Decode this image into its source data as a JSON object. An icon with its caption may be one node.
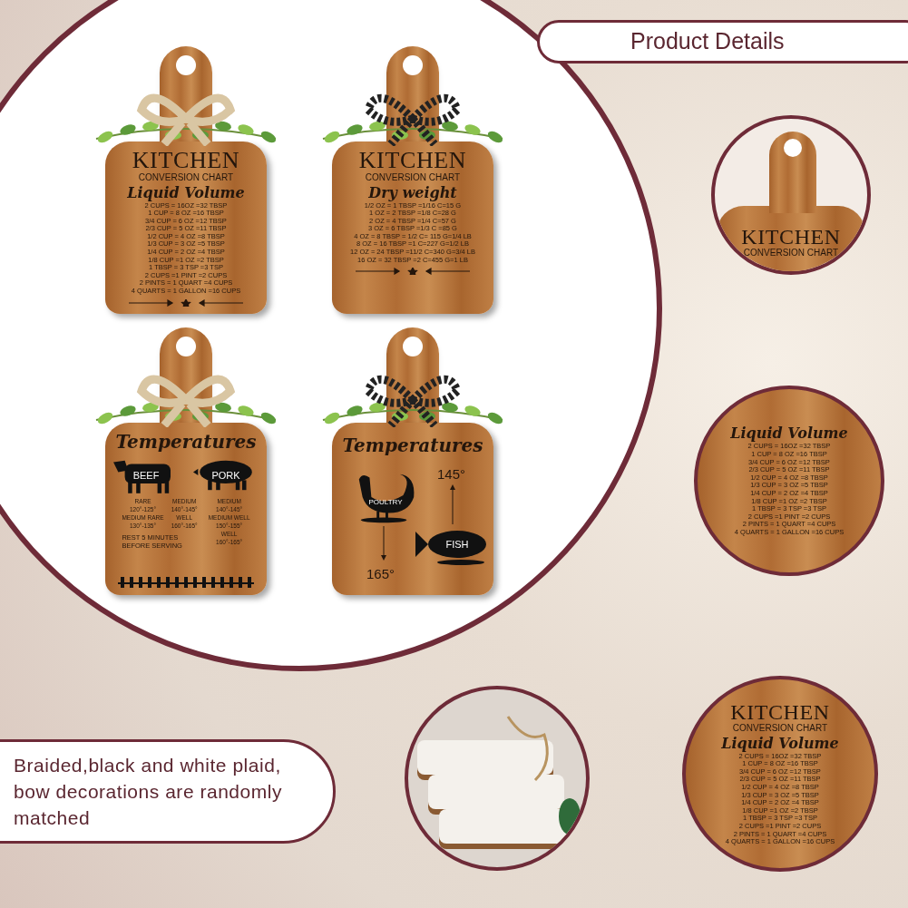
{
  "diagram": {
    "nodes": [
      {
        "text": [],
        "shape": "circle"
      },
      {
        "text": [
          "KITCHEN",
          "CONVERSION CHART",
          "Liquid Volume",
          "2 CUPS = 16OZ =32 TBSP",
          "1 CUP = 8 OZ =16 TBSP",
          "3/4 CUP = 6 OZ =12 TBSP",
          "2/3 CUP = 5 OZ =11 TBSP",
          "1/2 CUP = 4 OZ =8 TBSP",
          "1/3 CUP = 3 OZ =5 TBSP",
          "1/4 CUP = 2 OZ =4 TBSP",
          "1/8 CUP =1 OZ =2 TBSP",
          "1 TBSP = 3 TSP =3 TSP",
          "2 CUPS =1 PINT =2 CUPS",
          "2 PINTS = 1 QUART =4 CUPS",
          "4 QUARTS = 1 GALLON =16 CUPS"
        ],
        "in": 0
      },
      {
        "text": [
          "KITCHEN",
          "CONVERSION CHART",
          "Dry weight",
          "1/2 OZ = 1 TBSP =1/16 C=15 G",
          "1 OZ = 2 TBSP =1/8 C=28 G",
          "2 OZ = 4 TBSP =1/4 C=57 G",
          "3 OZ = 6 TBSP =1/3 C =85 G",
          "4 OZ = 8 TBSP = 1/2 C= 115 G=1/4 LB",
          "8 OZ = 16 TBSP =1 C=227 G=1/2 LB",
          "12 OZ = 24 TBSP =11/2 C=340 G=3/4 LB",
          "16 OZ = 32 TBSP =2 C=455 G=1 LB"
        ],
        "in": 0
      },
      {
        "text": [
          "Temperatures",
          "BEEF",
          "PORK",
          "RARE",
          "120°-125°",
          "MEDIUM RARE",
          "130°-135°",
          "MEDIUM",
          "140°-145°",
          "WELL",
          "160°-165°",
          "MEDIUM",
          "140°-145°",
          "MEDIUM WELL",
          "150°-155°",
          "WELL",
          "160°-165°",
          "REST 5 MINUTES BEFORE SERVING"
        ],
        "in": 0
      },
      {
        "text": [
          "Temperatures",
          "POULTRY",
          "145°",
          "FISH",
          "165°"
        ],
        "in": 0
      },
      {
        "text": [
          "Product Details"
        ]
      },
      {
        "text": [
          "KITCHEN",
          "CONVERSION CHART"
        ]
      },
      {
        "text": [
          "Liquid Volume",
          "2 CUPS = 16OZ =32 TBSP",
          "1 CUP = 8 OZ =16 TBSP",
          "3/4 CUP = 6 OZ =12 TBSP",
          "2/3 CUP = 5 OZ =11 TBSP",
          "1/2 CUP = 4 OZ =8 TBSP",
          "1/3 CUP = 3 OZ =5 TBSP",
          "1/4 CUP = 2 OZ =4 TBSP",
          "1/8 CUP =1 OZ =2 TBSP",
          "1 TBSP = 3 TSP =3 TSP",
          "2 CUPS =1 PINT =2 CUPS",
          "2 PINTS = 1 QUART =4 CUPS",
          "4 QUARTS = 1 GALLON =16 CUPS"
        ]
      },
      {
        "text": [],
        "shape": "picture"
      },
      {
        "text": [
          "KITCHEN",
          "CONVERSION CHART",
          "Liquid Volume",
          "2 CUPS = 16OZ =32 TBSP",
          "1 CUP = 8 OZ =16 TBSP",
          "3/4 CUP = 6 OZ =12 TBSP",
          "2/3 CUP = 5 OZ =11 TBSP",
          "1/2 CUP = 4 OZ =8 TBSP",
          "1/3 CUP = 3 OZ =5 TBSP",
          "1/4 CUP = 2 OZ =4 TBSP",
          "1/8 CUP =1 OZ =2 TBSP",
          "1 TBSP = 3 TSP =3 TSP",
          "2 CUPS =1 PINT =2 CUPS",
          "2 PINTS = 1 QUART =4 CUPS",
          "4 QUARTS = 1 GALLON =16 CUPS"
        ]
      },
      {
        "text": [
          "Braided,black and white plaid, bow decorations are randomly matched"
        ]
      }
    ]
  }
}
